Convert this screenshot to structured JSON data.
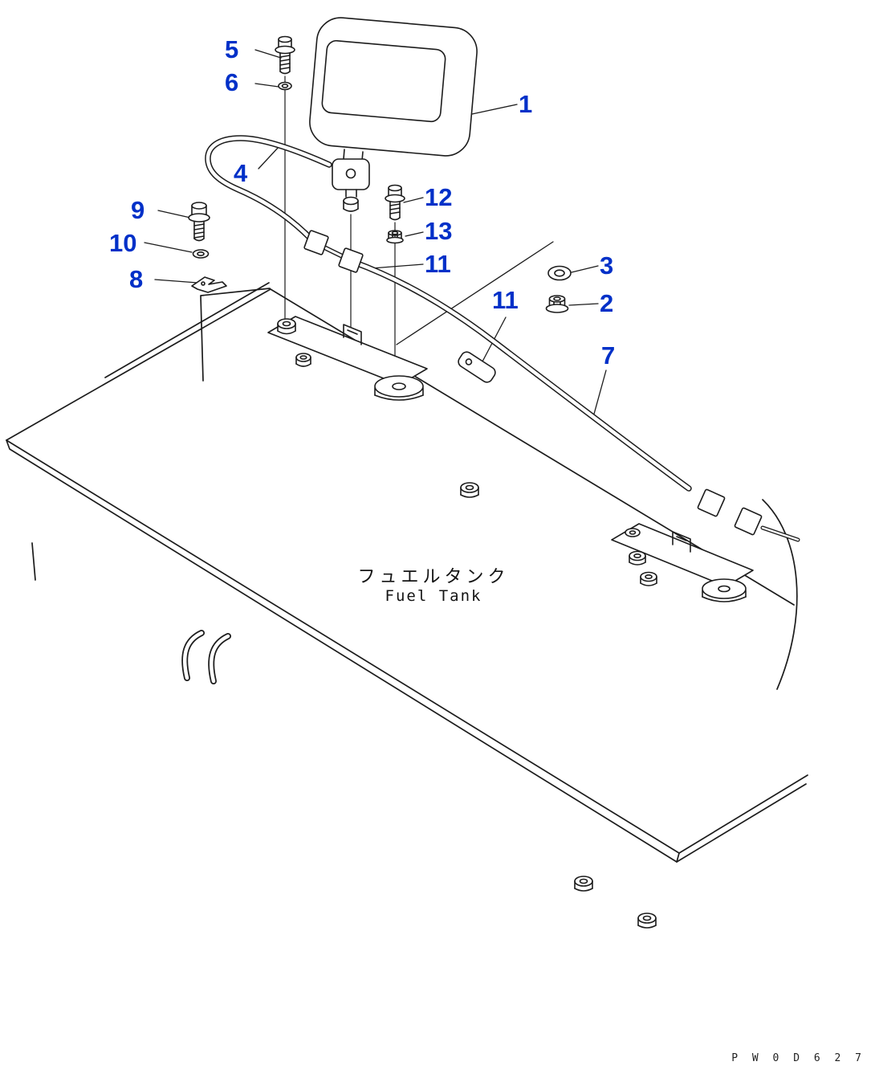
{
  "page": {
    "background": "#ffffff",
    "line_color": "#1c1c1c",
    "callout_color": "#0030c8"
  },
  "labels": {
    "tank_jp": "フュエルタンク",
    "tank_en": "Fuel Tank",
    "drawing_code": "P W 0 D 6 2 7"
  },
  "callouts": [
    {
      "label": "5"
    },
    {
      "label": "6"
    },
    {
      "label": "1"
    },
    {
      "label": "4"
    },
    {
      "label": "12"
    },
    {
      "label": "9"
    },
    {
      "label": "13"
    },
    {
      "label": "10"
    },
    {
      "label": "11"
    },
    {
      "label": "3"
    },
    {
      "label": "8"
    },
    {
      "label": "2"
    },
    {
      "label": "11"
    },
    {
      "label": "7"
    }
  ]
}
